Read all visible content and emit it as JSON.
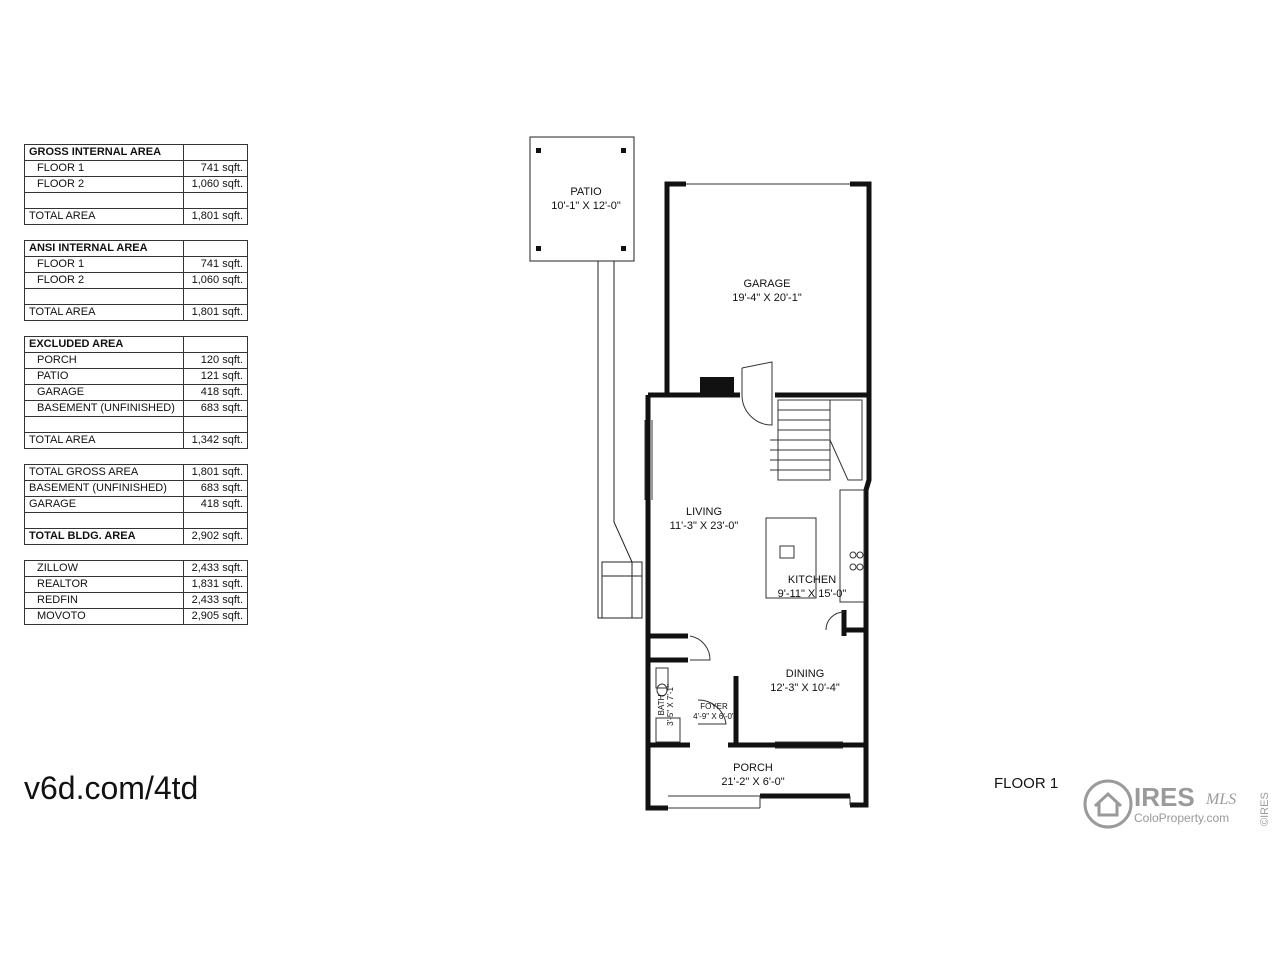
{
  "tables": [
    {
      "rows": [
        {
          "label": "GROSS INTERNAL AREA",
          "value": "",
          "style": "hd"
        },
        {
          "label": "FLOOR 1",
          "value": "741 sqft.",
          "style": "ind"
        },
        {
          "label": "FLOOR 2",
          "value": "1,060 sqft.",
          "style": "ind"
        },
        {
          "label": "",
          "value": "",
          "style": ""
        },
        {
          "label": "TOTAL AREA",
          "value": "1,801 sqft.",
          "style": ""
        }
      ]
    },
    {
      "rows": [
        {
          "label": "ANSI INTERNAL AREA",
          "value": "",
          "style": "hd"
        },
        {
          "label": "FLOOR 1",
          "value": "741 sqft.",
          "style": "ind"
        },
        {
          "label": "FLOOR 2",
          "value": "1,060 sqft.",
          "style": "ind"
        },
        {
          "label": "",
          "value": "",
          "style": ""
        },
        {
          "label": "TOTAL AREA",
          "value": "1,801 sqft.",
          "style": ""
        }
      ]
    },
    {
      "rows": [
        {
          "label": "EXCLUDED AREA",
          "value": "",
          "style": "hd"
        },
        {
          "label": "PORCH",
          "value": "120 sqft.",
          "style": "ind"
        },
        {
          "label": "PATIO",
          "value": "121 sqft.",
          "style": "ind"
        },
        {
          "label": "GARAGE",
          "value": "418 sqft.",
          "style": "ind"
        },
        {
          "label": "BASEMENT (UNFINISHED)",
          "value": "683 sqft.",
          "style": "ind"
        },
        {
          "label": "",
          "value": "",
          "style": ""
        },
        {
          "label": "TOTAL AREA",
          "value": "1,342 sqft.",
          "style": ""
        }
      ]
    },
    {
      "rows": [
        {
          "label": "TOTAL GROSS AREA",
          "value": "1,801 sqft.",
          "style": ""
        },
        {
          "label": "BASEMENT (UNFINISHED)",
          "value": "683 sqft.",
          "style": ""
        },
        {
          "label": "GARAGE",
          "value": "418 sqft.",
          "style": ""
        },
        {
          "label": "",
          "value": "",
          "style": ""
        },
        {
          "label": "TOTAL BLDG. AREA",
          "value": "2,902 sqft.",
          "style": "hd"
        }
      ]
    },
    {
      "rows": [
        {
          "label": "ZILLOW",
          "value": "2,433 sqft.",
          "style": "ind"
        },
        {
          "label": "REALTOR",
          "value": "1,831 sqft.",
          "style": "ind"
        },
        {
          "label": "REDFIN",
          "value": "2,433 sqft.",
          "style": "ind"
        },
        {
          "label": "MOVOTO",
          "value": "2,905 sqft.",
          "style": "ind"
        }
      ]
    }
  ],
  "rooms": {
    "patio": {
      "name": "PATIO",
      "dims": "10'-1\" X 12'-0\""
    },
    "garage": {
      "name": "GARAGE",
      "dims": "19'-4\" X 20'-1\""
    },
    "living": {
      "name": "LIVING",
      "dims": "11'-3\" X 23'-0\""
    },
    "kitchen": {
      "name": "KITCHEN",
      "dims": "9'-11\" X 15'-0\""
    },
    "dining": {
      "name": "DINING",
      "dims": "12'-3\" X 10'-4\""
    },
    "foyer": {
      "name": "FOYER",
      "dims": "4'-9\" X 6'-0\""
    },
    "bath": {
      "name": "BATH",
      "dims": "3'-5\" X 7'-1\""
    },
    "porch": {
      "name": "PORCH",
      "dims": "21'-2\" X 6'-0\""
    }
  },
  "url": "v6d.com/4td",
  "floor_label": "FLOOR 1",
  "logo": {
    "brand": "IRES",
    "mls": "MLS",
    "sub": "ColoProperty.com",
    "side": "©IRES"
  }
}
